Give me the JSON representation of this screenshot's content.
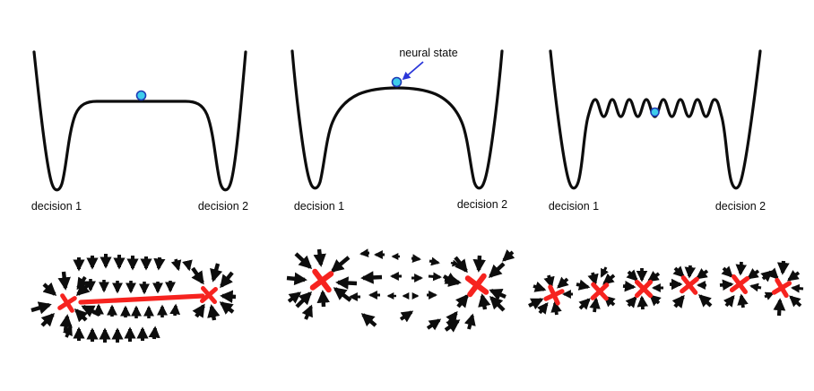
{
  "colors": {
    "curve": "#0d0d0d",
    "arrow_black": "#0d0d0d",
    "attractor_red": "#f6231f",
    "ball_fill": "#3ecdeb",
    "ball_stroke": "#1d3ab5",
    "annotation_arrow": "#2a36d9",
    "label_text": "#0b0b0b",
    "background": "#ffffff"
  },
  "top_panels": [
    {
      "id": "flat-potential",
      "left_label": "decision 1",
      "right_label": "decision 2"
    },
    {
      "id": "hump-potential",
      "left_label": "decision 1",
      "right_label": "decision 2",
      "annotation": "neural state"
    },
    {
      "id": "rippled-potential",
      "left_label": "decision 1",
      "right_label": "decision 2"
    }
  ],
  "bottom_panels": [
    {
      "id": "line-attractor-field",
      "fixed_points": 2,
      "has_line_attractor": true
    },
    {
      "id": "two-point-attractor-field",
      "fixed_points": 2,
      "has_line_attractor": false
    },
    {
      "id": "multi-point-attractor-field",
      "fixed_points": 6,
      "has_line_attractor": false
    }
  ]
}
